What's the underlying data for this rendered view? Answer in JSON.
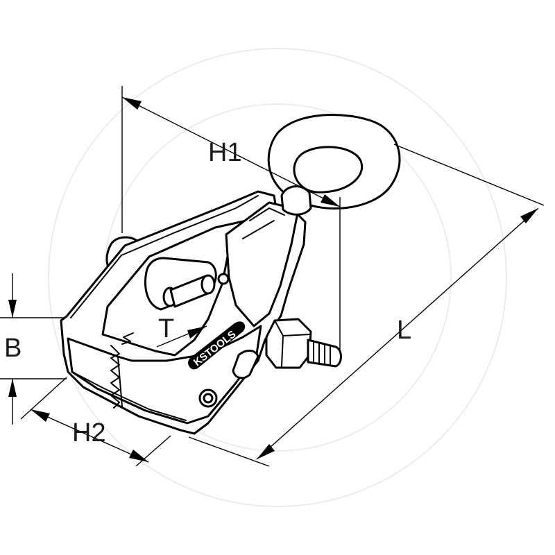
{
  "dimensions": {
    "h1": "H1",
    "h2": "H2",
    "l": "L",
    "b": "B",
    "t": "T"
  },
  "logo": {
    "text": "KSTOOLS"
  }
}
